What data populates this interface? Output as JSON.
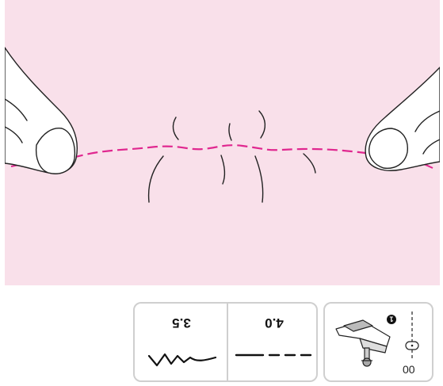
{
  "settings": {
    "stitch_width": "3.5",
    "stitch_length": "4.0"
  },
  "presser_foot": {
    "foot_code": "00",
    "marker": "1"
  },
  "colors": {
    "background_pink": "#f9e0ea",
    "thread": "#e0278f"
  },
  "icons": {
    "zigzag": "zigzag-stitch-icon",
    "straight": "straight-stitch-icon",
    "foot": "presser-foot-icon",
    "needle": "needle-position-icon"
  }
}
